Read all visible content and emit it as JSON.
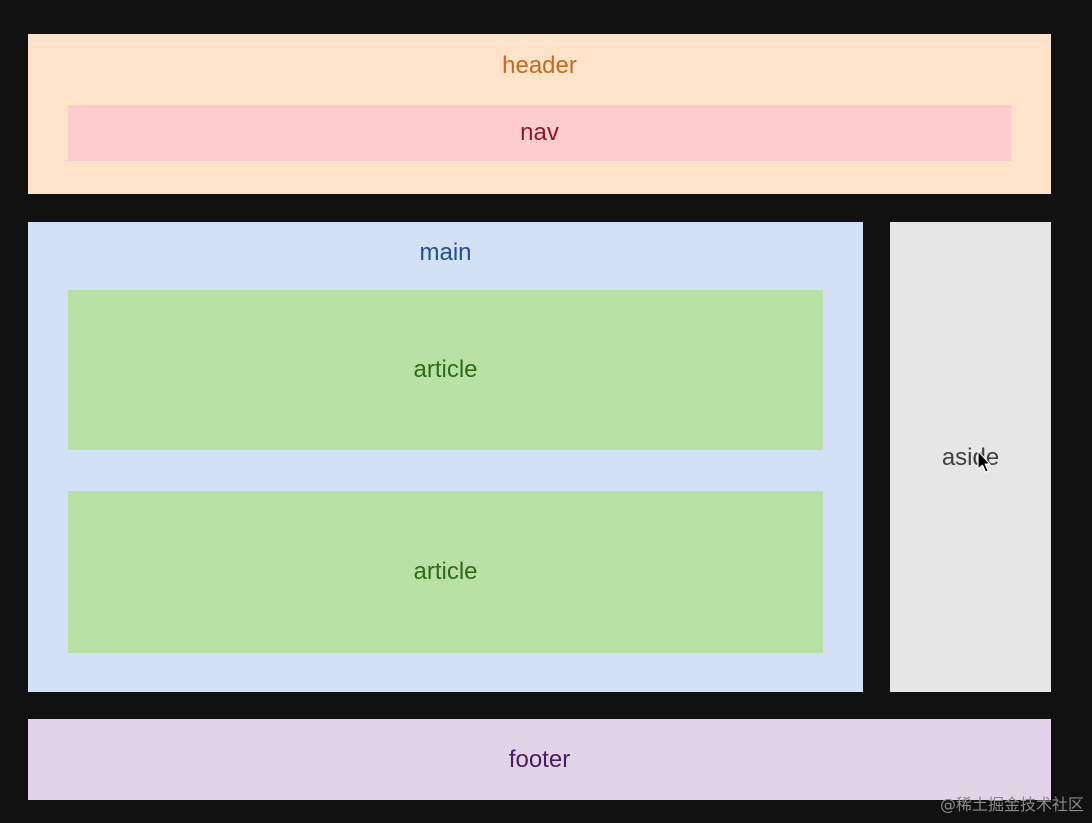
{
  "header": {
    "label": "header"
  },
  "nav": {
    "label": "nav"
  },
  "main": {
    "label": "main",
    "articles": [
      {
        "label": "article"
      },
      {
        "label": "article"
      }
    ]
  },
  "aside": {
    "label": "aside"
  },
  "footer": {
    "label": "footer"
  },
  "watermark": {
    "text": "@稀土掘金技术社区"
  },
  "colors": {
    "background": "#111111",
    "header": "#fde3c9",
    "nav": "#fdcccc",
    "main": "#d2e1f5",
    "article": "#b9e1a5",
    "aside": "#e6e6e6",
    "footer": "#e2d4e6"
  },
  "icons": {
    "cursor": "mouse-pointer-icon"
  }
}
